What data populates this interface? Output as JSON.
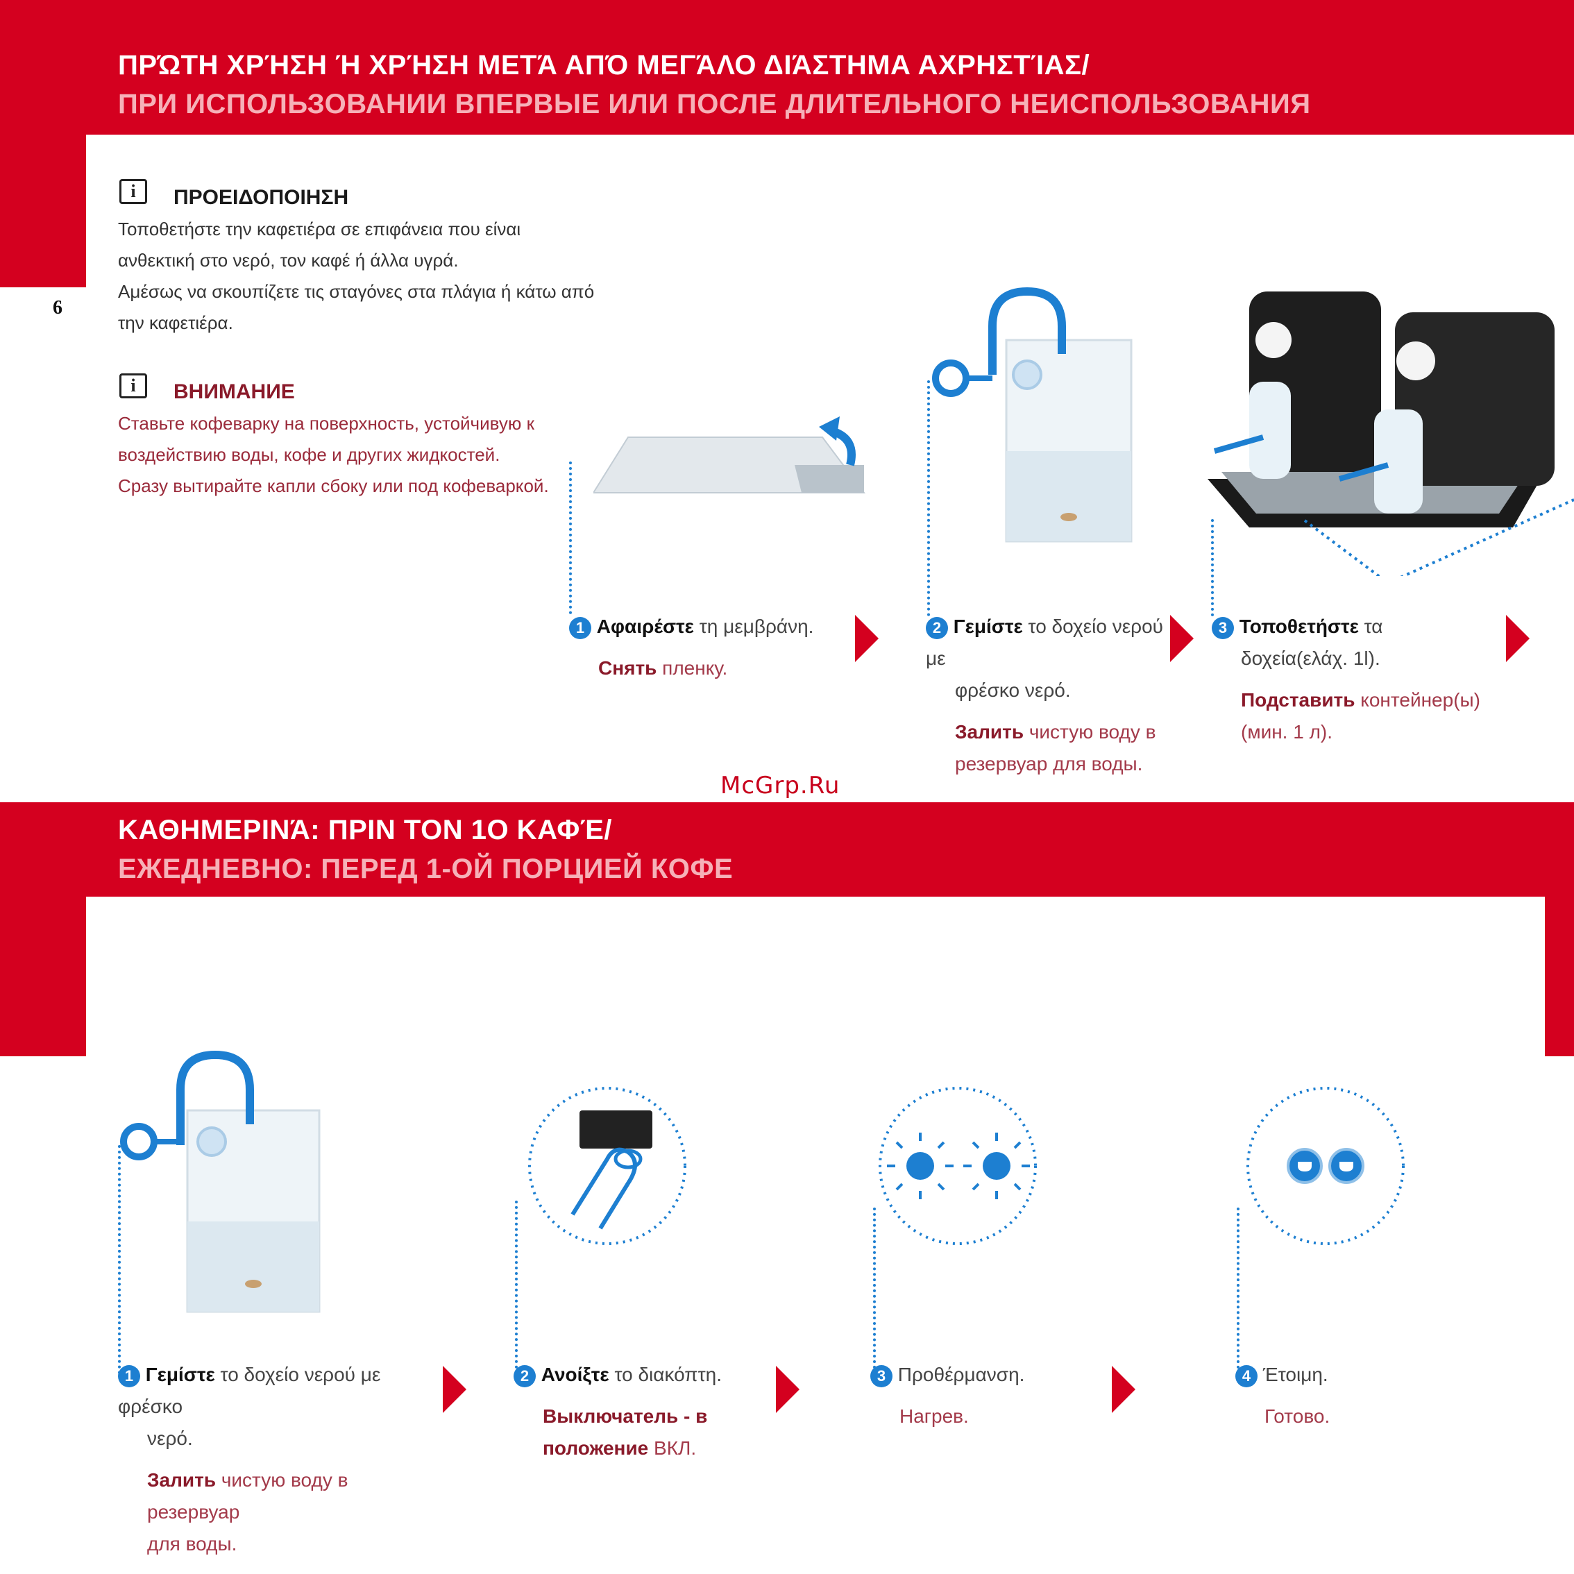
{
  "section1": {
    "title_gr": "ΠΡΏΤΗ ΧΡΉΣΗ Ή ΧΡΉΣΗ ΜΕΤΆ ΑΠΌ ΜΕΓΆΛΟ ΔΙΆΣΤΗΜΑ ΑΧΡΗΣΤΊΑΣ/",
    "title_ru": "ПРИ ИСПОЛЬЗОВАНИИ ВПЕРВЫЕ ИЛИ ПОСЛЕ ДЛИТЕЛЬНОГО НЕИСПОЛЬЗОВАНИЯ"
  },
  "page_number": "6",
  "note_gr": {
    "icon": "i",
    "title": "ΠΡΟΕΙΔΟΠΟΙΗΣΗ",
    "lines": [
      "Τοποθετήστε την καφετιέρα σε επιφάνεια που είναι",
      "ανθεκτική στο νερό, τον καφέ ή άλλα υγρά.",
      "Αμέσως να σκουπίζετε τις σταγόνες στα πλάγια ή κάτω από",
      "την καφετιέρα."
    ]
  },
  "note_ru": {
    "icon": "i",
    "title": "ВНИМАНИЕ",
    "lines": [
      "Ставьте кофеварку на поверхность, устойчивую к",
      "воздействию воды, кофе и других жидкостей.",
      "Сразу вытирайте капли сбоку или под кофеваркой."
    ]
  },
  "steps_top": [
    {
      "num": "1",
      "gr_bold": "Αφαιρέστε",
      "gr_rest": " τη μεμβράνη.",
      "gr_line2": "",
      "ru_bold": "Снять",
      "ru_rest": " пленку.",
      "ru_line2": ""
    },
    {
      "num": "2",
      "gr_bold": "Γεμίστε",
      "gr_rest": " το δοχείο νερού με",
      "gr_line2": "φρέσκο νερό.",
      "ru_bold": "Залить",
      "ru_rest": " чистую воду в",
      "ru_line2": "резервуар для воды."
    },
    {
      "num": "3",
      "gr_bold": "Τοποθετήστε",
      "gr_rest": " τα",
      "gr_line2": "δοχεία(ελάχ. 1l).",
      "ru_bold": "Подставить",
      "ru_rest": " контейнер(ы)",
      "ru_line2": "(мин. 1 л)."
    }
  ],
  "watermark": "McGrp.Ru",
  "section2": {
    "title_gr": "ΚΑΘΗΜΕΡΙΝΆ: ΠΡΙΝ ΤΟΝ 1Ο ΚΑΦΈ/",
    "title_ru": "ЕЖЕДНЕВНО: ПЕРЕД 1-ОЙ ПОРЦИЕЙ КОФЕ"
  },
  "steps_bottom": [
    {
      "num": "1",
      "gr_bold": "Γεμίστε",
      "gr_rest": " το δοχείο νερού με φρέσκο",
      "gr_line2": "νερό.",
      "ru_bold": "Залить",
      "ru_rest": " чистую воду в резервуар",
      "ru_line2": "для воды."
    },
    {
      "num": "2",
      "gr_bold": "Ανοίξτε",
      "gr_rest": " το διακόπτη.",
      "gr_line2": "",
      "ru_bold": "Выключатель - в",
      "ru_rest": "",
      "ru_line2_bold": "положение",
      "ru_line2": " ВКЛ."
    },
    {
      "num": "3",
      "gr_bold": "",
      "gr_rest": "Προθέρμανση.",
      "gr_line2": "",
      "ru_bold": "",
      "ru_rest": "Нагрев.",
      "ru_line2": ""
    },
    {
      "num": "4",
      "gr_bold": "",
      "gr_rest": "Έτοιμη.",
      "gr_line2": "",
      "ru_bold": "",
      "ru_rest": "Готово.",
      "ru_line2": ""
    }
  ],
  "icons": [
    "info-icon",
    "membrane-icon",
    "water-tank-icon",
    "coffee-machines-icon",
    "power-button-icon",
    "blinking-lights-icon",
    "steady-lights-icon",
    "next-arrow-icon"
  ],
  "colors": {
    "brand_red": "#d4001f",
    "accent_blue": "#1d7fd1",
    "russian_text": "#9a2a3a"
  }
}
